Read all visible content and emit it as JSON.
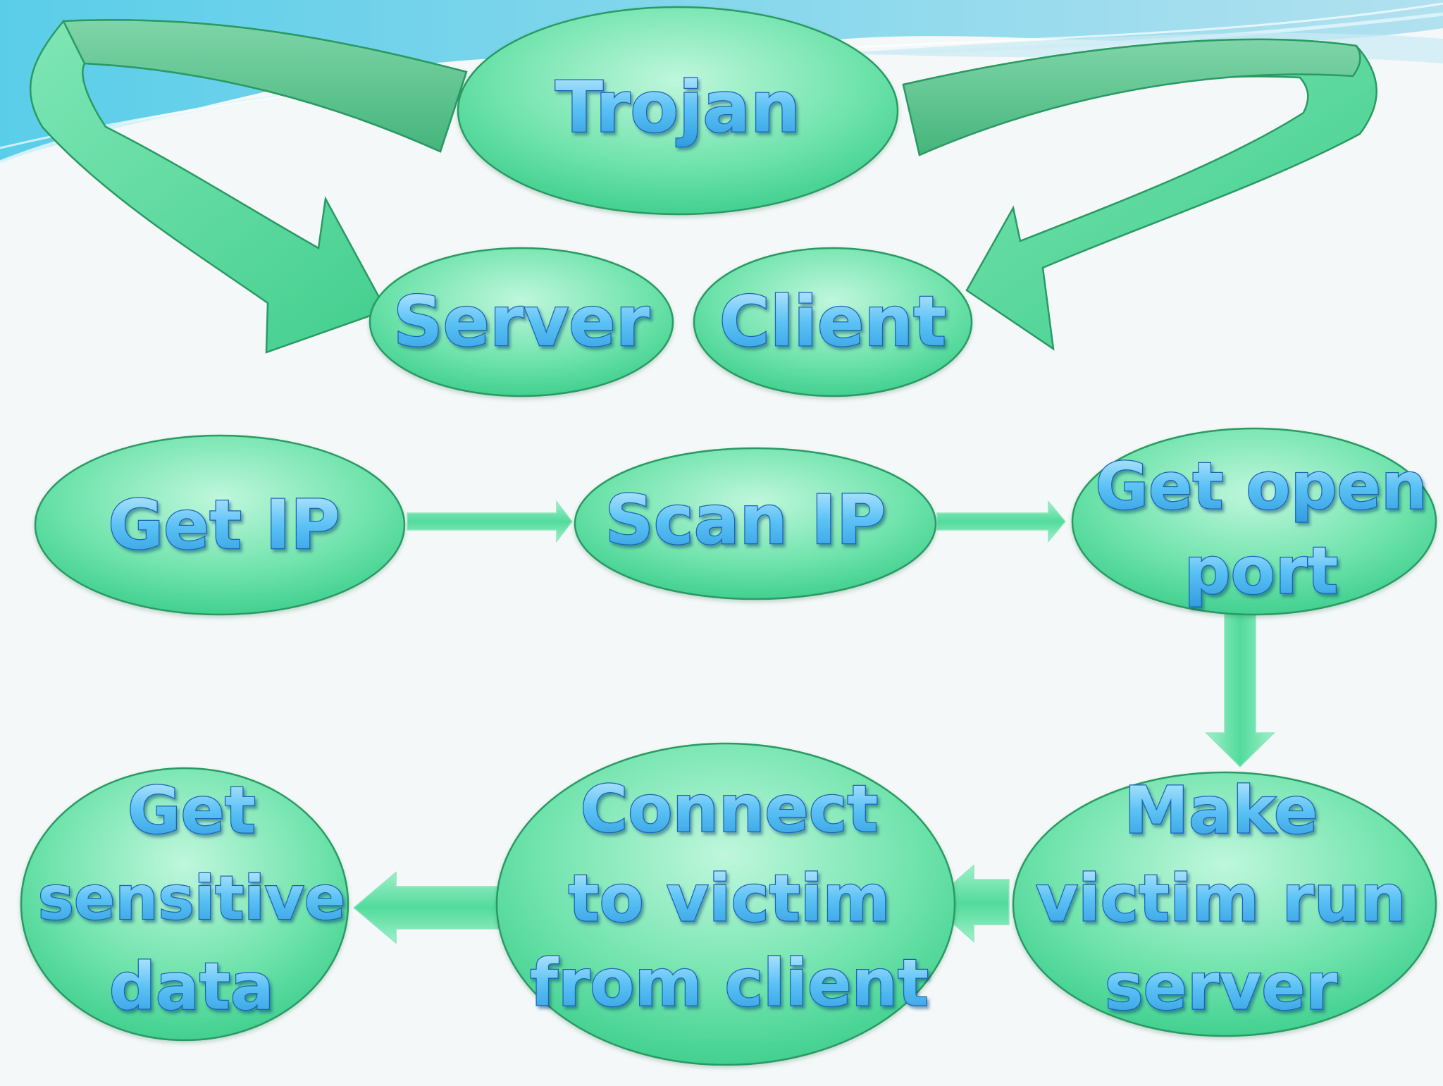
{
  "nodes": {
    "trojan": "Trojan",
    "server": "Server",
    "client": "Client",
    "get_ip": "Get IP",
    "scan_ip": "Scan IP",
    "get_open_port": [
      "Get open",
      "port"
    ],
    "make_victim_run_server": [
      "Make",
      "victim run",
      "server"
    ],
    "connect_to_victim": [
      "Connect",
      "to victim",
      "from client"
    ],
    "get_sensitive_data": [
      "Get",
      "sensitive",
      "data"
    ]
  },
  "colors": {
    "node_fill_light": "#a8f0cc",
    "node_fill_dark": "#3fd390",
    "node_stroke": "#2a9a63",
    "text_fill": "#7fd4ff",
    "text_stroke": "#1a63b8",
    "accent_water": "#42c3e6"
  }
}
